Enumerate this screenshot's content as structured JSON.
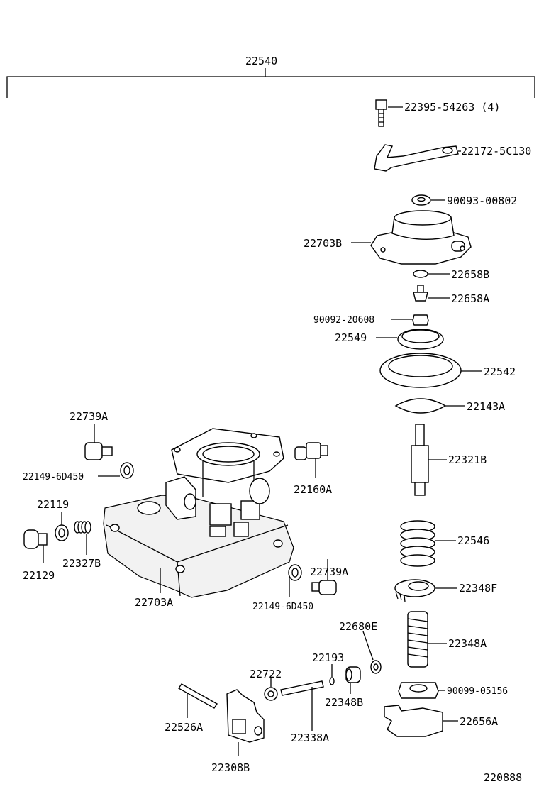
{
  "assembly": {
    "main_part": "22540",
    "drawing_code": "220888"
  },
  "parts": {
    "bolt": "22395-54263 (4)",
    "bracket": "22172-5C130",
    "washer_top": "90093-00802",
    "cover": "22703B",
    "o_ring": "22658B",
    "fitting": "22658A",
    "nut": "90092-20608",
    "retainer": "22549",
    "diaphragm": "22542",
    "plate": "22143A",
    "rod": "22321B",
    "spring": "22546",
    "gear": "22348F",
    "screw_shaft": "22348A",
    "lock_nut": "90099-05156",
    "clip": "22656A",
    "plug_upper": "22739A",
    "gasket_upper": "22149-6D450",
    "screw": "22119",
    "plug_left": "22129",
    "spring_small": "22327B",
    "body": "22703A",
    "union": "22160A",
    "plug_right": "22739A",
    "gasket_right": "22149-6D450",
    "washer_small": "22680E",
    "ring_small": "22193",
    "bushing": "22722",
    "collar": "22348B",
    "pin": "22526A",
    "shaft_long": "22338A",
    "lever": "22308B"
  }
}
